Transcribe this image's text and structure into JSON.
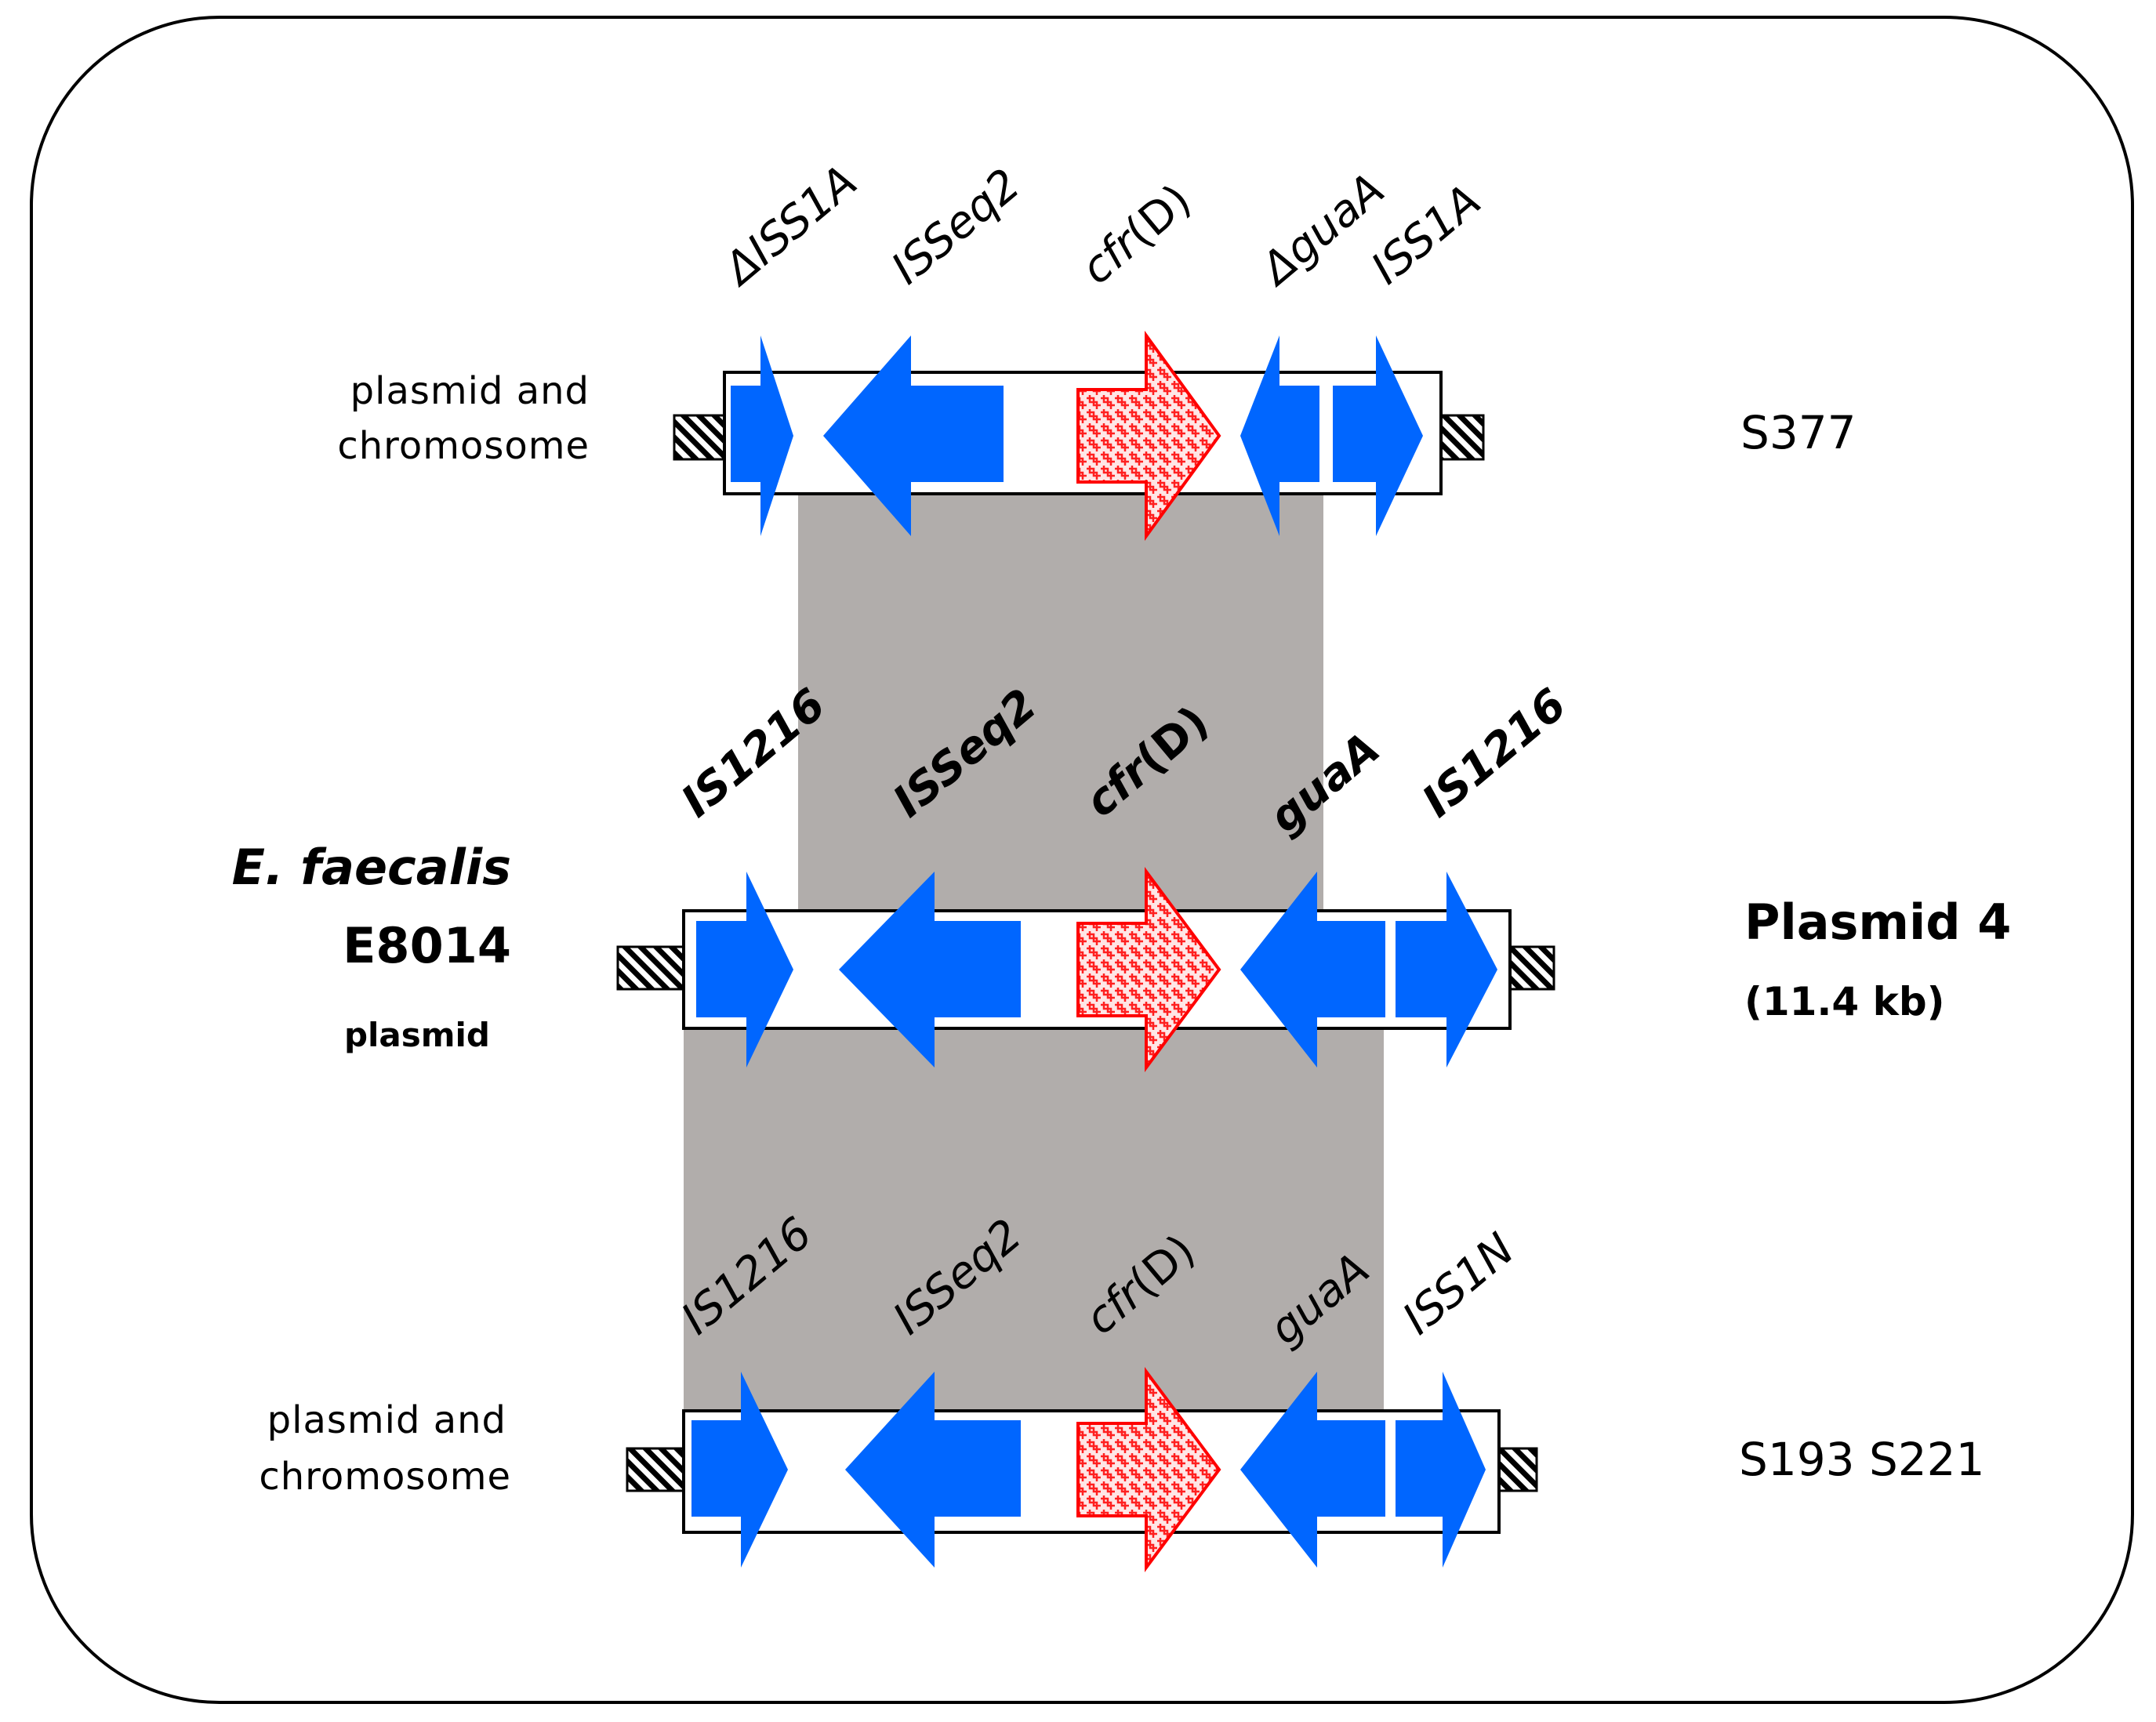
{
  "tracks": [
    {
      "id": "top",
      "side_label": [
        "plasmid and",
        "chromosome"
      ],
      "right_label": "S377",
      "genes": [
        "ΔISS1A",
        "ISSeq2",
        "cfr(D)",
        "ΔguaA",
        "ISS1A"
      ],
      "bold": false
    },
    {
      "id": "middle",
      "side_label": [
        "E. faecalis",
        "E8014",
        "plasmid"
      ],
      "right_label": "Plasmid  4",
      "right_sublabel": "(11.4 kb)",
      "genes": [
        "IS1216",
        "ISSeq2",
        "cfr(D)",
        "guaA",
        "IS1216"
      ],
      "bold": true
    },
    {
      "id": "bottom",
      "side_label": [
        "plasmid and",
        "chromosome"
      ],
      "right_label": "S193  S221",
      "genes": [
        "IS1216",
        "ISSeq2",
        "cfr(D)",
        "guaA",
        "ISS1N"
      ],
      "bold": false
    }
  ],
  "colors": {
    "is_element": "#0066ff",
    "resistance_gene": "#ff0000",
    "homology_shading": "#b1adab"
  }
}
